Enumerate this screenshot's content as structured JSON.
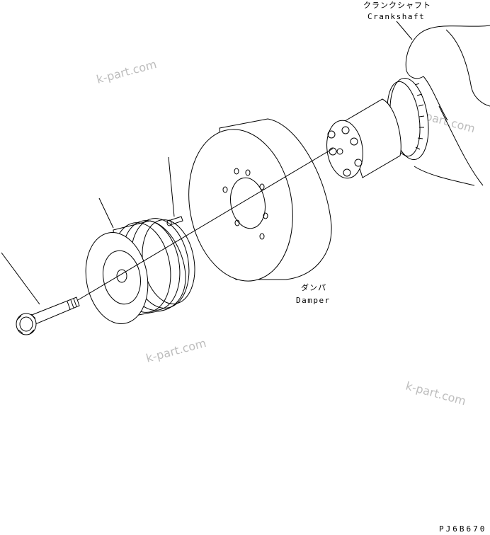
{
  "labels": {
    "crankshaft_jp": "クランクシャフト",
    "crankshaft_en": "Crankshaft",
    "damper_jp": "ダンパ",
    "damper_en": "Damper"
  },
  "drawing_code": "PJ6B670",
  "watermarks": [
    "k-part.com",
    "k-part.com",
    "k-part.com",
    "k-part.com"
  ]
}
